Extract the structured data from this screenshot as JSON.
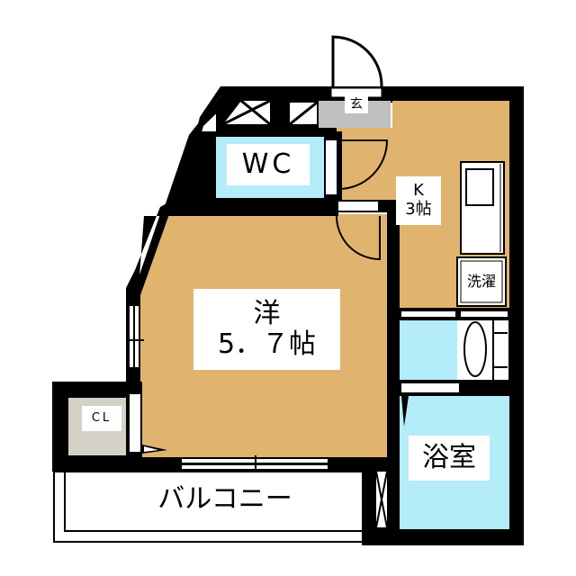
{
  "floorplan": {
    "colors": {
      "wall": "#000000",
      "wood_floor": "#e0b46e",
      "wet_area": "#b4ecfa",
      "entrance": "#c0c0c0",
      "closet": "#d4d2c6",
      "background": "#ffffff"
    },
    "rooms": {
      "western_room": {
        "name": "洋",
        "size": "5．７帖"
      },
      "kitchen": {
        "name": "K",
        "size": "3帖"
      },
      "wc": {
        "name": "WC"
      },
      "bath": {
        "name": "浴室"
      },
      "entrance": {
        "name": "玄"
      },
      "closet": {
        "name": "CL"
      },
      "laundry": {
        "name": "洗濯"
      },
      "balcony": {
        "name": "バルコニー"
      }
    }
  }
}
